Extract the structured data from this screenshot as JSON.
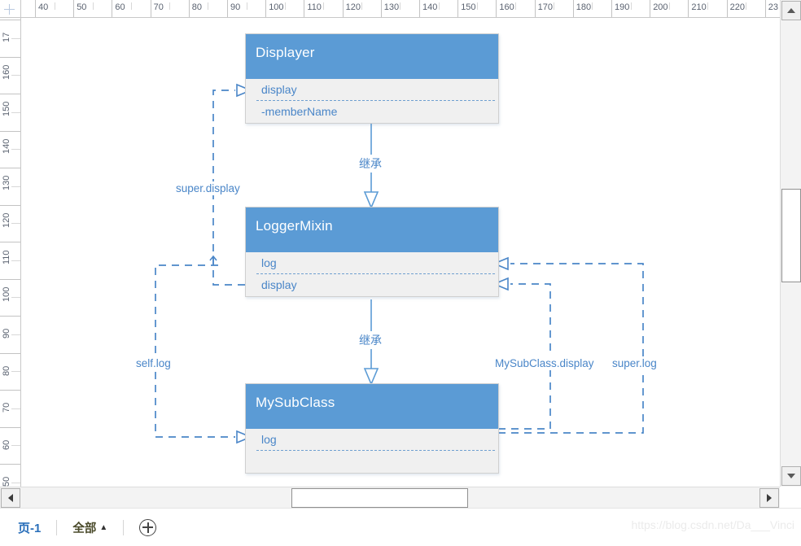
{
  "window": {
    "type": "uml-class-diagram-editor"
  },
  "rulers": {
    "horizontal_labels": [
      "40",
      "50",
      "60",
      "70",
      "80",
      "90",
      "100",
      "110",
      "120",
      "130",
      "140",
      "150",
      "160",
      "170",
      "180",
      "190",
      "200",
      "210",
      "220",
      "23"
    ],
    "vertical_labels": [
      "17",
      "160",
      "150",
      "140",
      "130",
      "120",
      "110",
      "100",
      "90",
      "80",
      "70",
      "60",
      "50"
    ]
  },
  "diagram": {
    "classes": [
      {
        "name": "Displayer",
        "compartments": [
          {
            "members": [
              "display"
            ]
          },
          {
            "members": [
              "-memberName"
            ]
          }
        ]
      },
      {
        "name": "LoggerMixin",
        "compartments": [
          {
            "members": [
              "log"
            ]
          },
          {
            "members": [
              "display"
            ]
          }
        ]
      },
      {
        "name": "MySubClass",
        "compartments": [
          {
            "members": [
              "log"
            ]
          },
          {
            "members": []
          }
        ]
      }
    ],
    "inheritance_edges": [
      {
        "label": "继承",
        "from": "LoggerMixin",
        "to": "Displayer"
      },
      {
        "label": "继承",
        "from": "MySubClass",
        "to": "LoggerMixin"
      }
    ],
    "dependency_edges": [
      {
        "label": "super.display",
        "from": "LoggerMixin.display",
        "to": "Displayer.display"
      },
      {
        "label": "self.log",
        "from": "LoggerMixin.log",
        "to": "MySubClass.log"
      },
      {
        "label": "MySubClass.display",
        "from": "MySubClass",
        "to": "LoggerMixin.display"
      },
      {
        "label": "super.log",
        "from": "MySubClass.log",
        "to": "LoggerMixin.log"
      }
    ],
    "colors": {
      "header_blue": "#5b9bd5",
      "body_gray": "#f0f0f0",
      "connector_blue": "#4a86c8",
      "member_text": "#4a86c8"
    }
  },
  "statusbar": {
    "page_label": "页-1",
    "all_label": "全部",
    "caret": "▲",
    "add_title": "+"
  },
  "watermark": {
    "text": "https://blog.csdn.net/Da___Vinci"
  }
}
